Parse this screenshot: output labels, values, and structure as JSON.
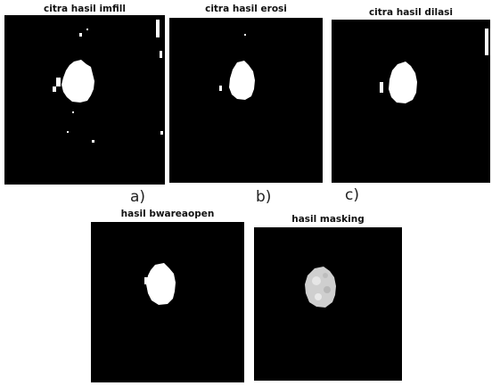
{
  "panels": {
    "imfill": {
      "title": "citra hasil imfill"
    },
    "erosi": {
      "title": "citra hasil erosi"
    },
    "dilasi": {
      "title": "citra hasil dilasi"
    },
    "bwareaopen": {
      "title": "hasil bwareaopen"
    },
    "masking": {
      "title": "hasil masking"
    }
  },
  "captions": {
    "a": "a)",
    "b": "b)",
    "c": "c)"
  },
  "colors": {
    "background": "#000000",
    "object": "#ffffff",
    "masked_object": "#cfcfcf"
  }
}
